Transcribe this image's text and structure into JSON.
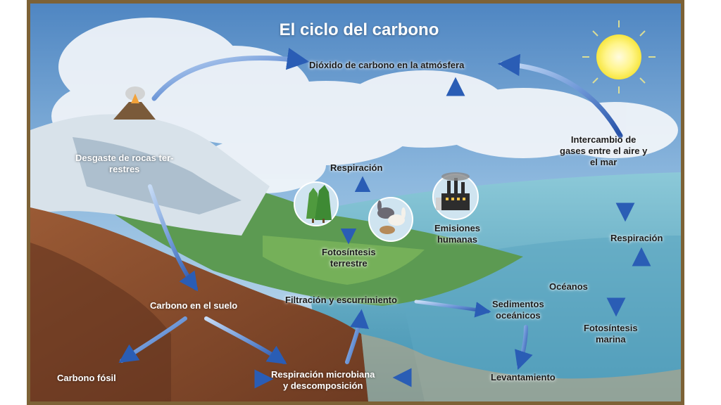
{
  "title": "El ciclo del carbono",
  "labels": {
    "atmosphere": "Dióxido de carbono en la atmósfera",
    "rock_weathering_line1": "Desgaste de rocas ter-",
    "rock_weathering_line2": "restres",
    "respiration_land": "Respiración",
    "photosynthesis_land_line1": "Fotosíntesis",
    "photosynthesis_land_line2": "terrestre",
    "human_emissions_line1": "Emisiones",
    "human_emissions_line2": "humanas",
    "gas_exchange_line1": "Intercambio de",
    "gas_exchange_line2": "gases entre el aire y",
    "gas_exchange_line3": "el mar",
    "respiration_marine": "Respiración",
    "oceans": "Océanos",
    "photosynthesis_marine_line1": "Fotosíntesis",
    "photosynthesis_marine_line2": "marina",
    "soil_carbon": "Carbono en el suelo",
    "filtration": "Filtración y escurrimiento",
    "ocean_sediments_line1": "Sedimentos",
    "ocean_sediments_line2": "oceánicos",
    "fossil_carbon": "Carbono fósil",
    "microbial_line1": "Respiración microbiana",
    "microbial_line2": "y descomposición",
    "uplift": "Levantamiento"
  },
  "icons": [
    "volcano-icon",
    "sun-icon",
    "trees-icon",
    "animals-icon",
    "factory-icon"
  ],
  "colors": {
    "arrow_light": "#b9d2f2",
    "arrow_dark": "#2a5db5",
    "frame": "#7d6236"
  }
}
